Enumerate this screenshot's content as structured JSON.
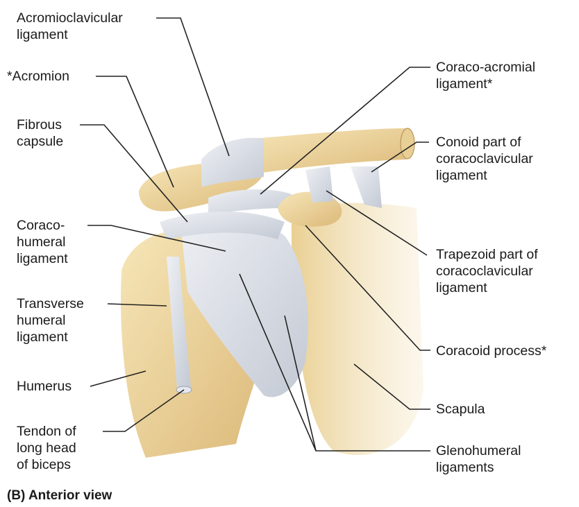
{
  "labels": {
    "acromioclavicular": [
      "Acromioclavicular",
      "ligament"
    ],
    "acromion": [
      "*Acromion"
    ],
    "fibrous_capsule": [
      "Fibrous",
      "capsule"
    ],
    "coracohumeral": [
      "Coraco-",
      "humeral",
      "ligament"
    ],
    "transverse_humeral": [
      "Transverse",
      "humeral",
      "ligament"
    ],
    "humerus": [
      "Humerus"
    ],
    "tendon_biceps": [
      "Tendon of",
      "long head",
      "of biceps"
    ],
    "coracoacromial": [
      "Coraco-acromial",
      "ligament*"
    ],
    "conoid": [
      "Conoid part of",
      "coracoclavicular",
      "ligament"
    ],
    "trapezoid": [
      "Trapezoid part of",
      "coracoclavicular",
      "ligament"
    ],
    "coracoid_process": [
      "Coracoid process*"
    ],
    "scapula": [
      "Scapula"
    ],
    "glenohumeral": [
      "Glenohumeral",
      "ligaments"
    ]
  },
  "caption": "(B) Anterior view",
  "colors": {
    "bone": "#f0d9a0",
    "bone_shade": "#d9b878",
    "ligament": "#dfe3ea",
    "ligament_shade": "#b9c0cc",
    "leader": "#222222"
  }
}
